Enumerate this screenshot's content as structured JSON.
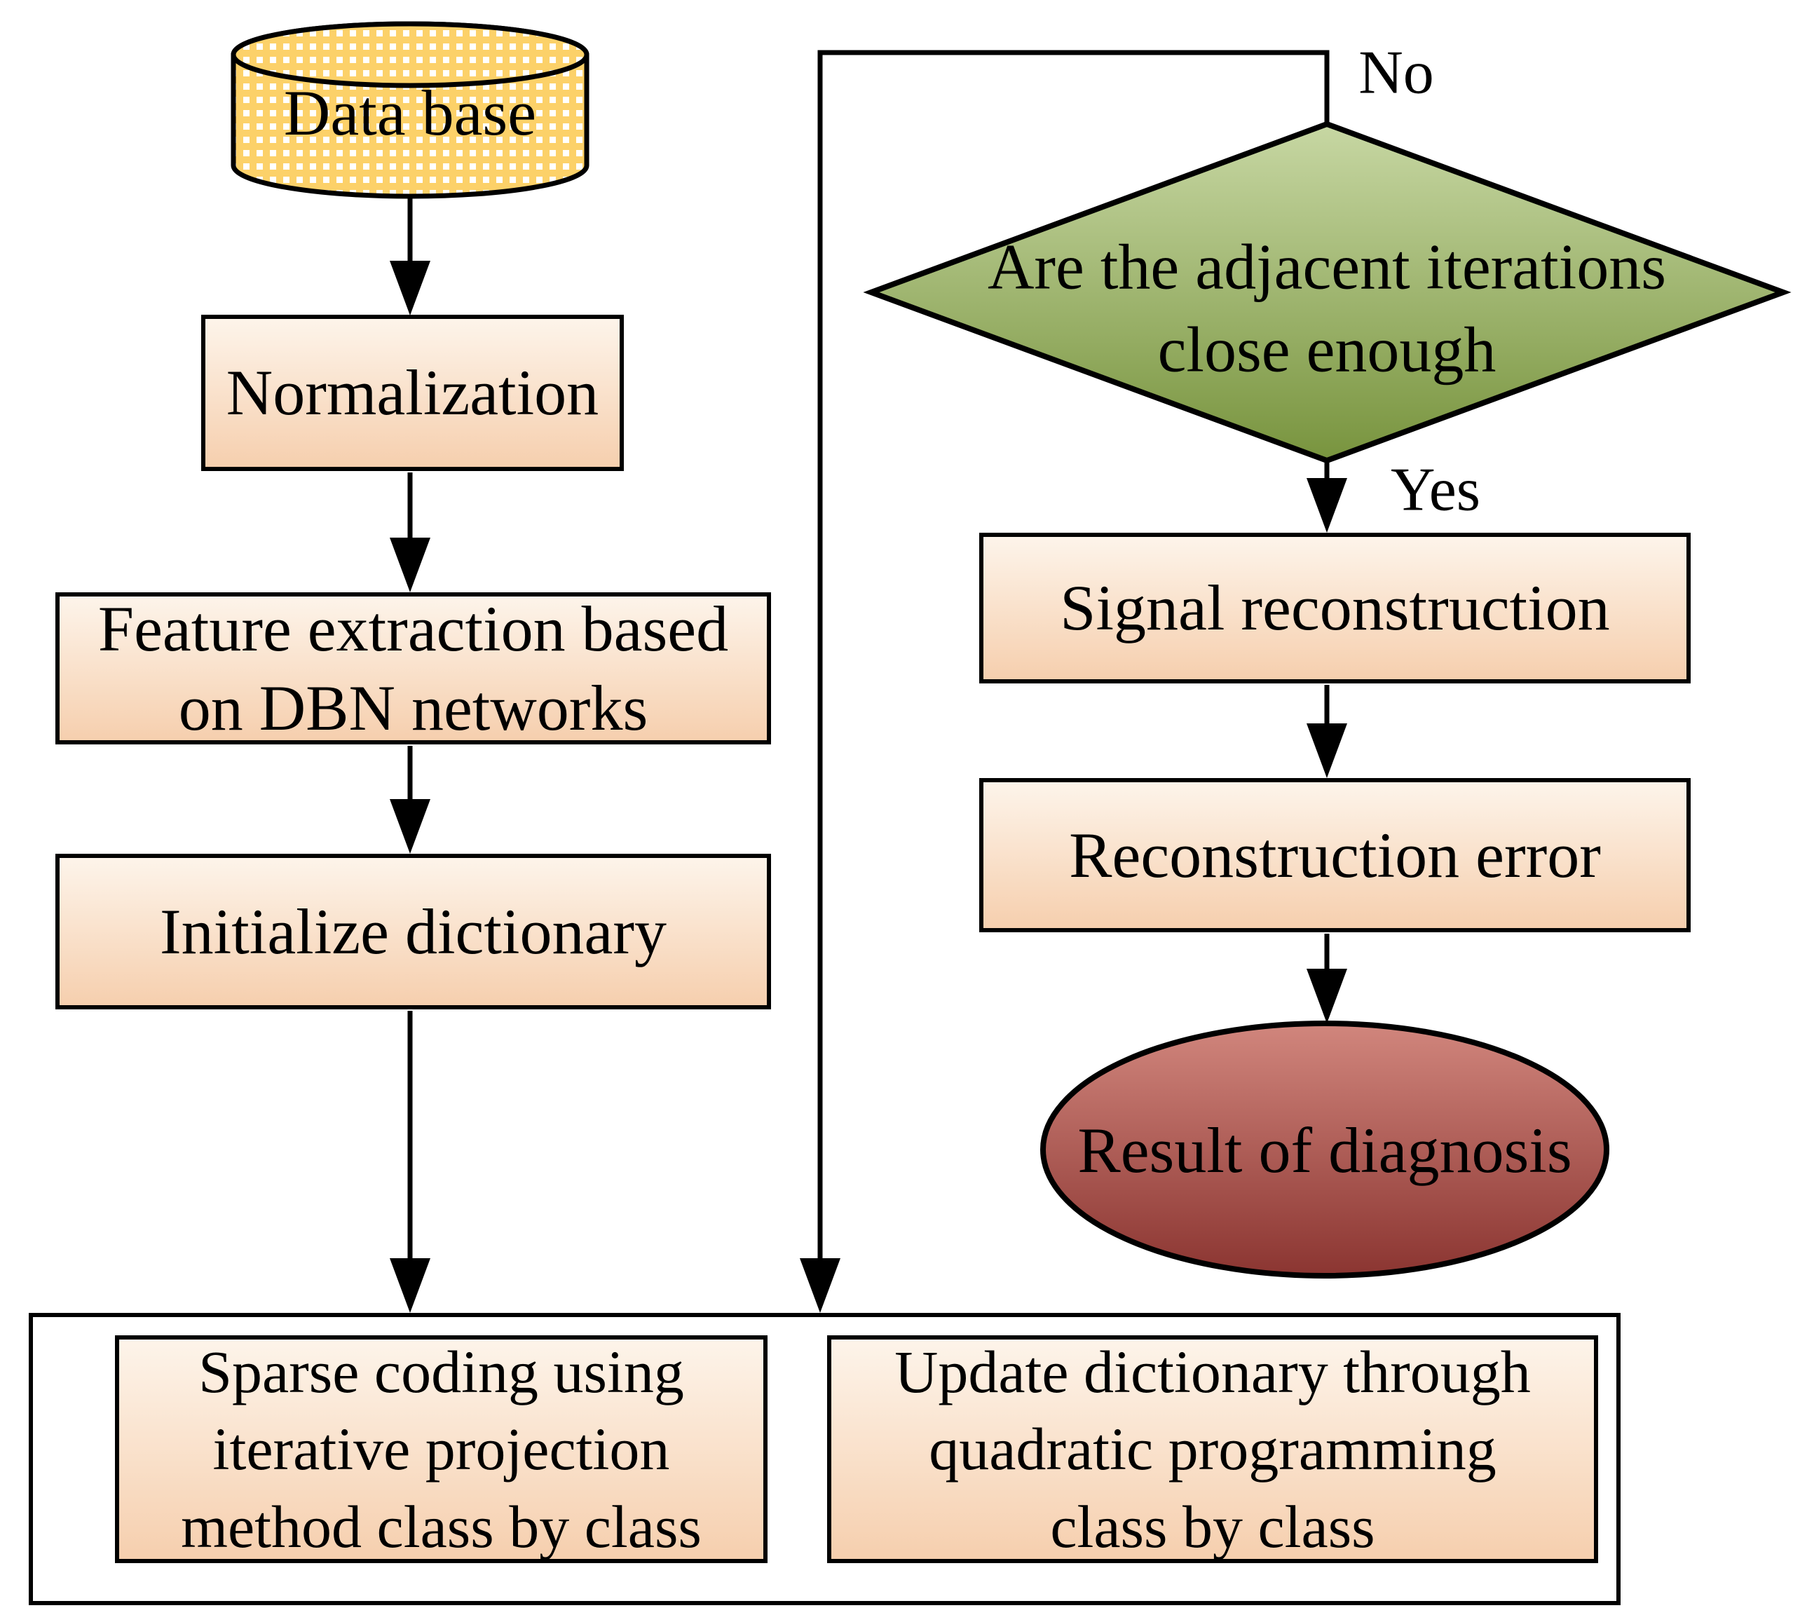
{
  "diagram": {
    "nodes": {
      "database": {
        "label": "Data base",
        "shape": "cylinder"
      },
      "normalization": {
        "label": "Normalization",
        "shape": "process"
      },
      "feature_extraction": {
        "label": "Feature extraction based\non DBN networks",
        "shape": "process"
      },
      "initialize_dictionary": {
        "label": "Initialize dictionary",
        "shape": "process"
      },
      "adjacent_iterations_decision": {
        "label": "Are the adjacent iterations\nclose enough",
        "shape": "decision"
      },
      "signal_reconstruction": {
        "label": "Signal reconstruction",
        "shape": "process"
      },
      "reconstruction_error": {
        "label": "Reconstruction error",
        "shape": "process"
      },
      "result_of_diagnosis": {
        "label": "Result of diagnosis",
        "shape": "terminator"
      },
      "sparse_coding": {
        "label": "Sparse coding using\niterative projection\nmethod class by class",
        "shape": "process"
      },
      "update_dictionary": {
        "label": "Update dictionary through\nquadratic programming\nclass by class",
        "shape": "process"
      }
    },
    "edge_labels": {
      "no": "No",
      "yes": "Yes"
    },
    "colors": {
      "database_fill": "#fcd169",
      "process_gradient_top": "#fdf4ea",
      "process_gradient_bottom": "#f6cfae",
      "decision_gradient_top": "#c7d7a3",
      "decision_gradient_bottom": "#78943e",
      "terminator_gradient_top": "#d1867d",
      "terminator_gradient_bottom": "#8b3531",
      "stroke": "#000000"
    }
  }
}
